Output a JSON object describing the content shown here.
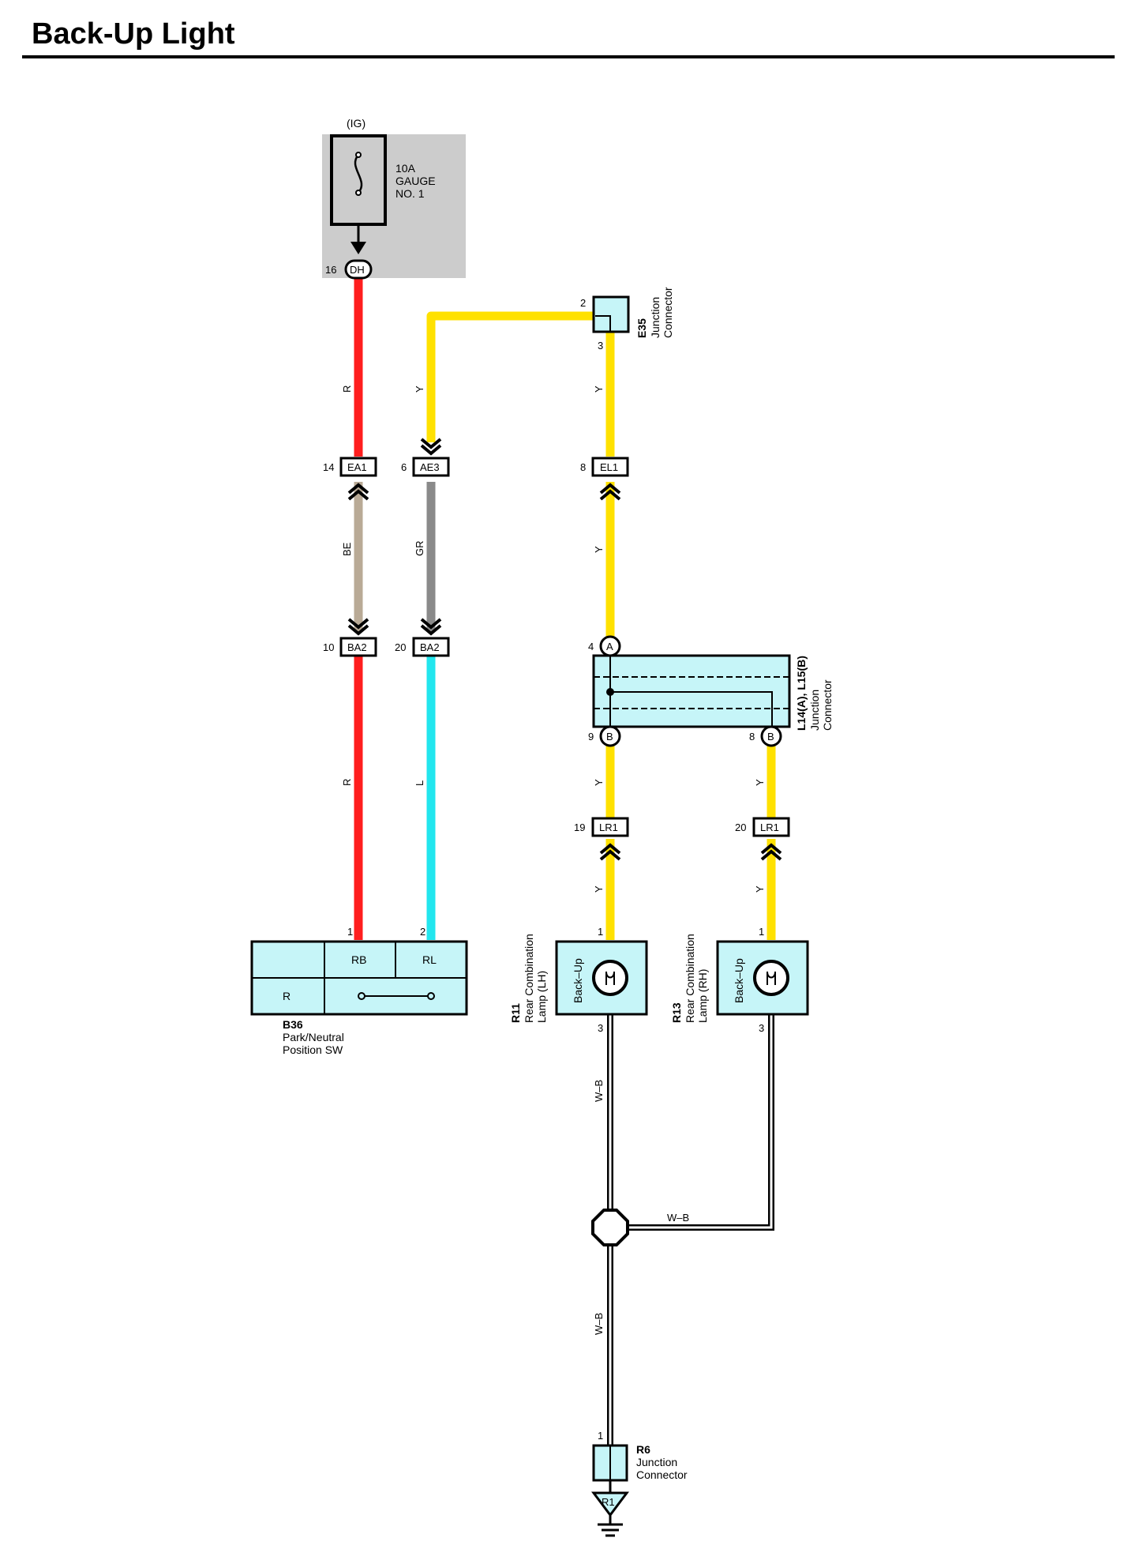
{
  "page_title": "Back-Up Light",
  "colors": {
    "red": "#ff1e1e",
    "yellow": "#ffe100",
    "beige": "#b9aa96",
    "gray": "#8a8a8a",
    "light_blue": "#22e6ee",
    "component_fill": "#c6f5f8",
    "fuse_box": "#cccccc"
  },
  "fuse": {
    "supply": "(IG)",
    "line1": "10A",
    "line2": "GAUGE",
    "line3": "NO. 1"
  },
  "wire_codes": {
    "r": "R",
    "y": "Y",
    "be": "BE",
    "gr": "GR",
    "l": "L",
    "wb": "W–B"
  },
  "connectors": {
    "dh": {
      "code": "DH",
      "pin": "16"
    },
    "ea1": {
      "code": "EA1",
      "pin": "14"
    },
    "ae3": {
      "code": "AE3",
      "pin": "6"
    },
    "el1": {
      "code": "EL1",
      "pin": "8"
    },
    "ba2_left": {
      "code": "BA2",
      "pin": "10"
    },
    "ba2_right": {
      "code": "BA2",
      "pin": "20"
    },
    "lr1_left": {
      "code": "LR1",
      "pin": "19"
    },
    "lr1_right": {
      "code": "LR1",
      "pin": "20"
    }
  },
  "e35": {
    "id": "E35",
    "line1": "Junction",
    "line2": "Connector",
    "pin_in": "2",
    "pin_out": "3"
  },
  "l14": {
    "id": "L14(A), L15(B)",
    "line1": "Junction",
    "line2": "Connector",
    "pin_a": "4",
    "letter_a": "A",
    "pin_b1": "9",
    "letter_b1": "B",
    "pin_b2": "8",
    "letter_b2": "B"
  },
  "b36": {
    "id": "B36",
    "line1": "Park/Neutral",
    "line2": "Position SW",
    "pin1": "1",
    "pin2": "2",
    "col_rb": "RB",
    "col_rl": "RL",
    "row_r": "R"
  },
  "r11": {
    "id": "R11",
    "line1": "Rear Combination",
    "line2": "Lamp (LH)",
    "inner": "Back–Up",
    "pin_top": "1",
    "pin_bottom": "3"
  },
  "r13": {
    "id": "R13",
    "line1": "Rear Combination",
    "line2": "Lamp (RH)",
    "inner": "Back–Up",
    "pin_top": "1",
    "pin_bottom": "3"
  },
  "r6": {
    "id": "R6",
    "line1": "Junction",
    "line2": "Connector",
    "pin": "1"
  },
  "ground": {
    "code": "R1"
  }
}
